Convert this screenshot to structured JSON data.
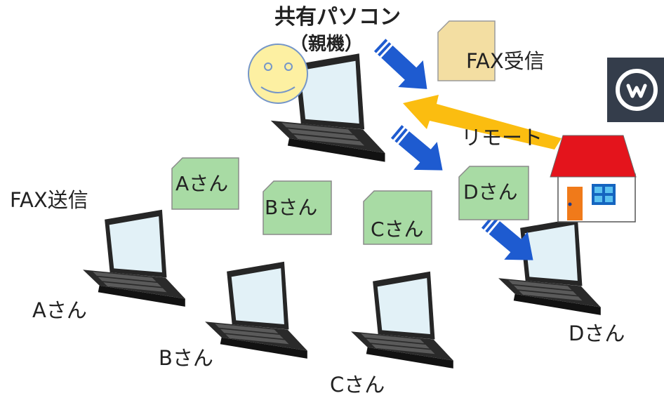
{
  "host": {
    "title": "共有パソコン",
    "subtitle": "（親機）"
  },
  "fax_received": "FAX受信",
  "fax_sent": "FAX送信",
  "remote": "リモート",
  "documents": [
    "Aさん",
    "Bさん",
    "Cさん",
    "Dさん"
  ],
  "users": [
    "Aさん",
    "Bさん",
    "Cさん",
    "Dさん"
  ],
  "icons": {
    "app_badge": "workplace-logo-icon",
    "home": "house-icon",
    "face": "smiley-face-icon"
  },
  "colors": {
    "doc_green": "#a8dba4",
    "fax_paper": "#f3dea2",
    "arrow_blue": "#1e5bd0",
    "remote_arrow": "#fbbd10",
    "roof": "#e4141c",
    "face": "#fdf0a2",
    "badge": "#343d4b"
  }
}
